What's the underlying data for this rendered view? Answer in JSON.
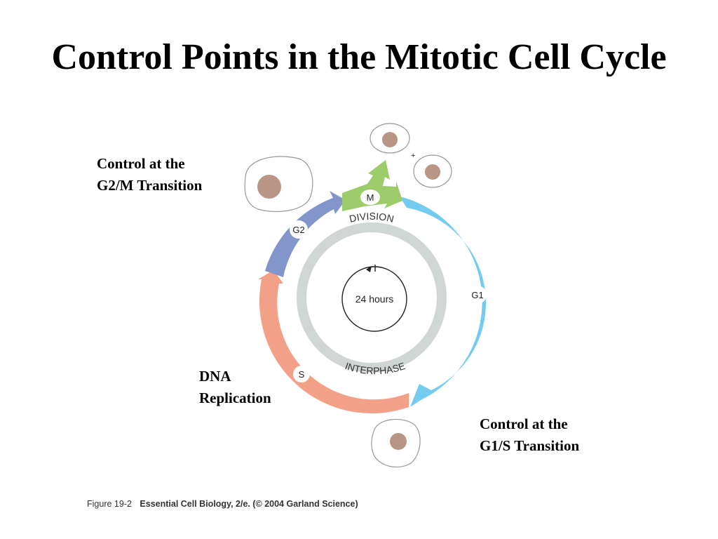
{
  "title": "Control Points in the Mitotic Cell Cycle",
  "callouts": {
    "g2m": [
      "Control at the",
      "G2/M Transition"
    ],
    "dna": [
      "DNA",
      "Replication"
    ],
    "g1s": [
      "Control at the",
      "G1/S Transition"
    ]
  },
  "diagram": {
    "center_label": "24 hours",
    "inner_ring_top": "DIVISION",
    "inner_ring_bottom": "INTERPHASE",
    "plus_sign": "+",
    "phases": {
      "m": "M",
      "g1": "G1",
      "s": "S",
      "g2": "G2"
    },
    "colors": {
      "m": "#9ccc6a",
      "g1": "#6cc8ef",
      "s": "#f2a088",
      "g2": "#8396cc",
      "inner_ring": "#cfd6d3",
      "nucleus": "#b89584"
    }
  },
  "caption": {
    "figure": "Figure 19-2",
    "source": "Essential Cell Biology, 2/e. (© 2004 Garland Science)"
  }
}
